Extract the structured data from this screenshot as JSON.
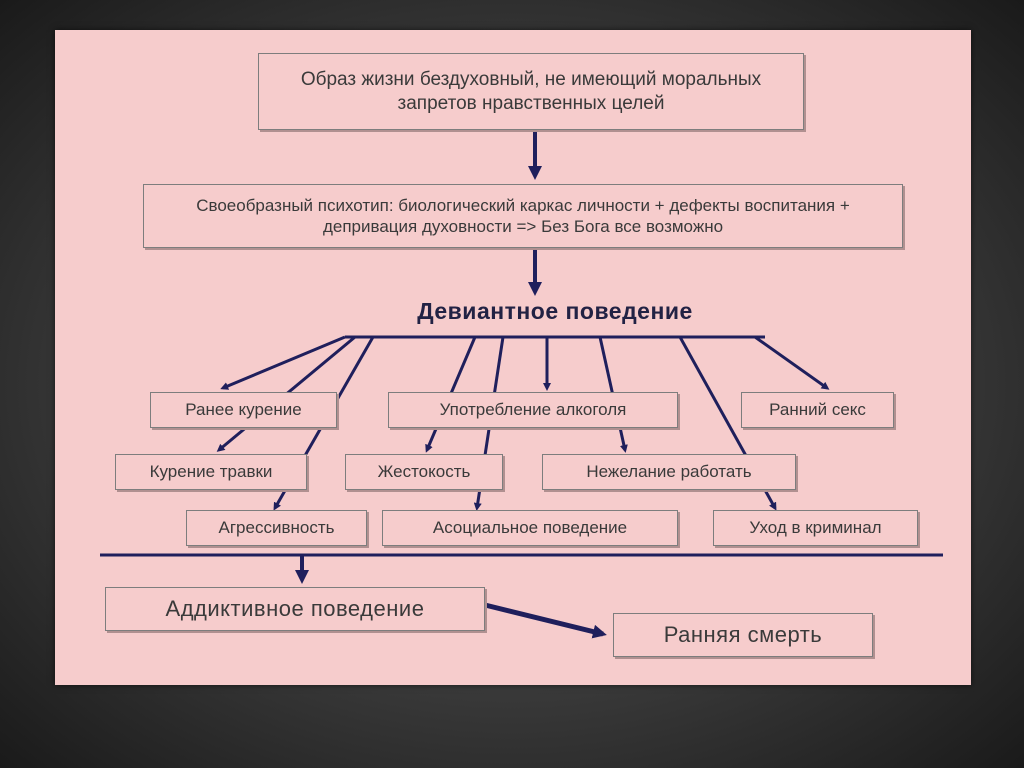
{
  "diagram": {
    "top_box": "Образ жизни бездуховный, не имеющий моральных запретов нравственных целей",
    "psychotype_box": "Своеобразный психотип: биологический каркас личности + дефекты воспитания + депривация духовности => Без Бога все возможно",
    "deviant_heading": "Девиантное поведение",
    "row1": {
      "early_smoking": "Ранее курение",
      "alcohol": "Употребление алкоголя",
      "early_sex": "Ранний секс"
    },
    "row2": {
      "weed": "Курение травки",
      "cruelty": "Жестокость",
      "unwilling_work": "Нежелание работать"
    },
    "row3": {
      "aggression": "Агрессивность",
      "asocial": "Асоциальное поведение",
      "crime": "Уход в криминал"
    },
    "addictive_box": "Аддиктивное поведение",
    "death_box": "Ранняя смерть"
  },
  "colors": {
    "background": "#f6cccc",
    "arrow": "#1f1f5c",
    "text": "#3a3a3a"
  }
}
